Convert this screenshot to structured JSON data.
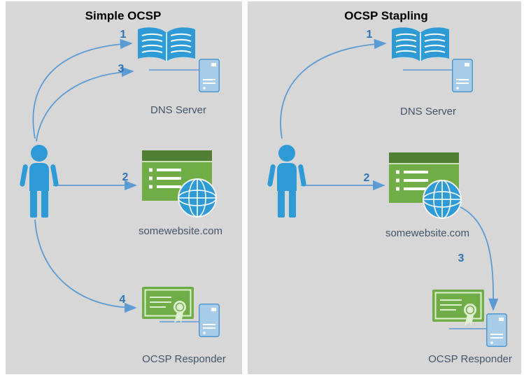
{
  "left_panel": {
    "title": "Simple OCSP",
    "dns_label": "DNS Server",
    "website_label": "somewebsite.com",
    "ocsp_label": "OCSP Responder",
    "step1": "1",
    "step2": "2",
    "step3": "3",
    "step4": "4"
  },
  "right_panel": {
    "title": "OCSP Stapling",
    "dns_label": "DNS Server",
    "website_label": "somewebsite.com",
    "ocsp_label": "OCSP Responder",
    "step1": "1",
    "step2": "2",
    "step3": "3"
  },
  "icons": {
    "person": "person-icon",
    "dns_book": "open-book-icon",
    "server": "server-tower-icon",
    "browser": "browser-window-icon",
    "globe": "globe-icon",
    "certificate": "certificate-icon"
  },
  "colors": {
    "panel_background": "#D7D7D7",
    "icon_blue": "#2E9BD6",
    "server_fill": "#A9CDE9",
    "server_stroke": "#4E98CE",
    "arrow_blue": "#5B9BD5",
    "number_blue": "#2E74B5",
    "label_slate": "#44546A",
    "green": "#70AD47",
    "green_dark": "#507E32",
    "green_light": "#DFF0D2"
  }
}
